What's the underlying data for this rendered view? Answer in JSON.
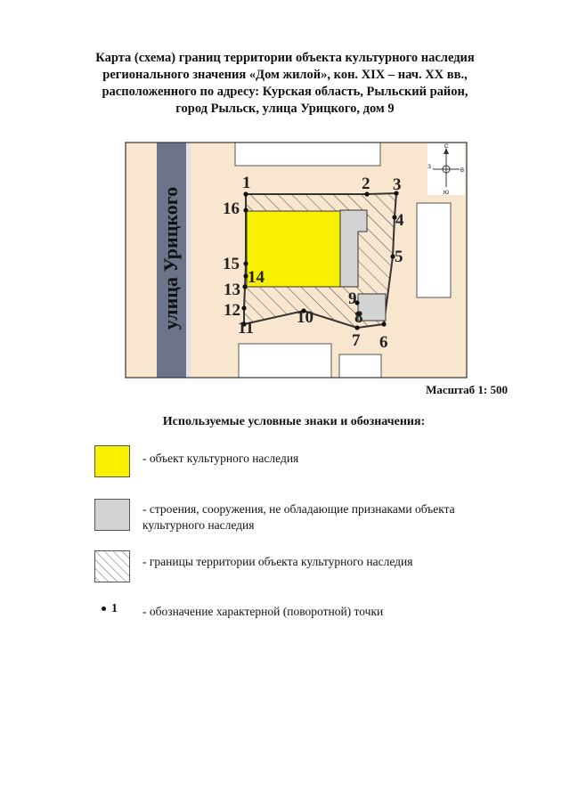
{
  "title_lines": [
    "Карта (схема) границ территории объекта культурного наследия",
    "регионального значения «Дом жилой», кон. XIX – нач. XX вв.,",
    "расположенного по адресу: Курская область, Рыльский район,",
    "город Рыльск, улица Урицкого, дом 9"
  ],
  "map": {
    "street_label": "улица Урицкого",
    "compass_letters": {
      "north": "С",
      "south": "Ю",
      "west": "З",
      "east": "В"
    },
    "points": [
      "1",
      "2",
      "3",
      "4",
      "5",
      "6",
      "7",
      "8",
      "9",
      "10",
      "11",
      "12",
      "13",
      "14",
      "15",
      "16"
    ],
    "colors": {
      "background": "#f8e6cf",
      "street": "#6b7489",
      "heritage_object": "#f7f000",
      "other_buildings": "#d3d3d3",
      "neighbour_buildings": "#ffffff",
      "boundary": "#333333"
    }
  },
  "scale": "Масштаб 1: 500",
  "legend": {
    "title": "Используемые условные знаки и обозначения:",
    "items": [
      {
        "symbol": "yellow-square",
        "text": "-  объект культурного наследия"
      },
      {
        "symbol": "gray-square",
        "text": "-  строения, сооружения, не обладающие признаками объекта культурного наследия"
      },
      {
        "symbol": "hatch-square",
        "text": "- границы территории объекта культурного наследия"
      },
      {
        "symbol": "point",
        "symbol_text": "1",
        "text": "- обозначение характерной (поворотной) точки"
      }
    ]
  }
}
